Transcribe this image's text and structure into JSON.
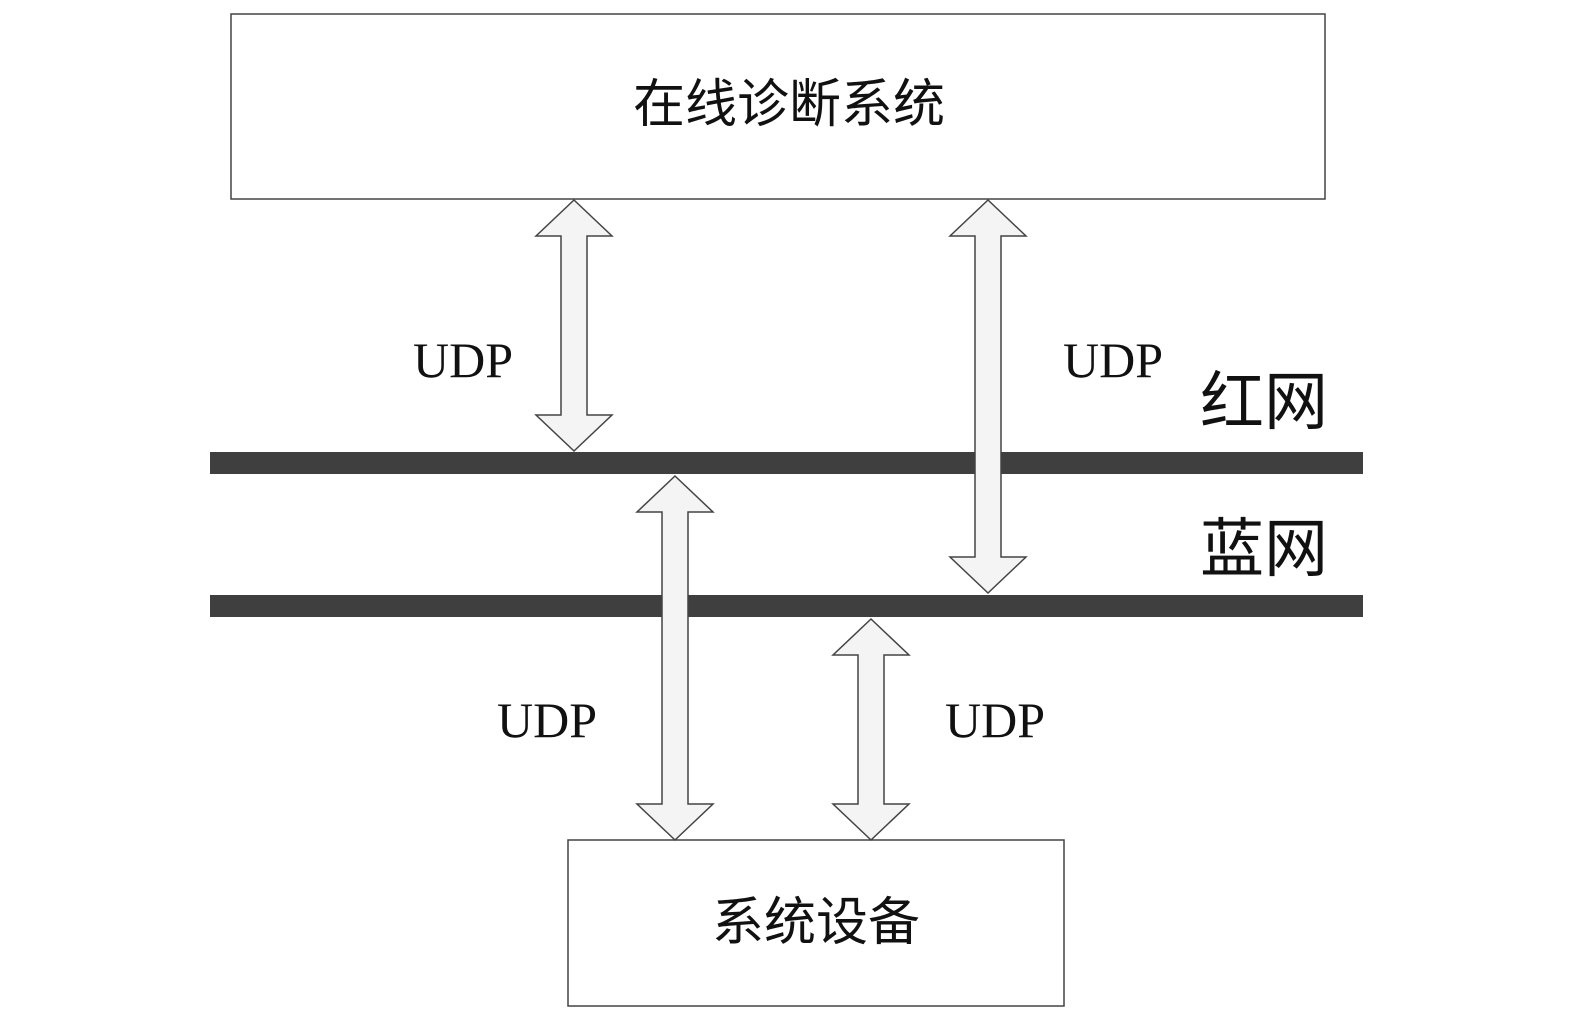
{
  "diagram": {
    "top_box": {
      "label": "在线诊断系统"
    },
    "bottom_box": {
      "label": "系统设备"
    },
    "networks": [
      {
        "label": "红网"
      },
      {
        "label": "蓝网"
      }
    ],
    "links": [
      {
        "label": "UDP"
      },
      {
        "label": "UDP"
      },
      {
        "label": "UDP"
      },
      {
        "label": "UDP"
      }
    ],
    "colors": {
      "bus": "#3f3f3f",
      "arrow_fill": "#f4f4f4",
      "stroke": "#444444"
    }
  }
}
